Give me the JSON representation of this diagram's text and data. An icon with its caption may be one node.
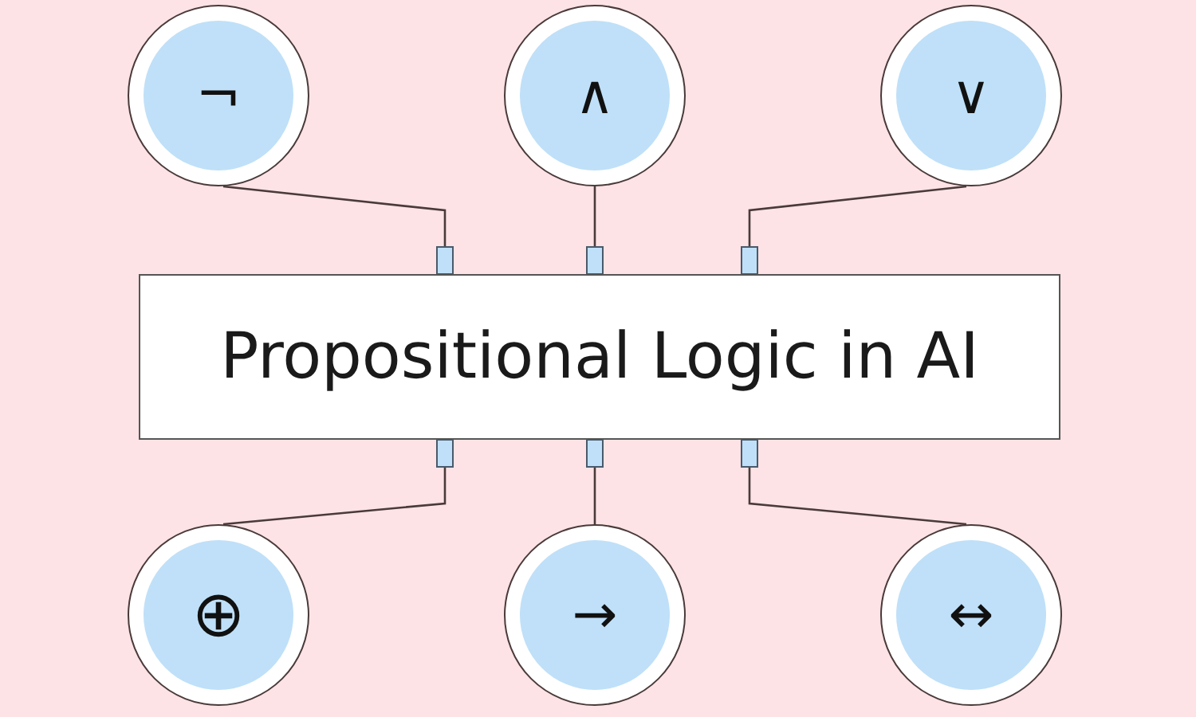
{
  "diagram": {
    "nodes": [
      {
        "text": [
          "Propositional Logic in AI"
        ]
      },
      {
        "text": [
          "¬"
        ]
      },
      {
        "text": [
          "∧"
        ]
      },
      {
        "text": [
          "∨"
        ]
      },
      {
        "text": [
          "⊕"
        ]
      },
      {
        "text": [
          "→"
        ]
      },
      {
        "text": [
          "↔"
        ]
      }
    ],
    "edges": [
      {
        "from": 1,
        "to": 0,
        "arrow": "none"
      },
      {
        "from": 2,
        "to": 0,
        "arrow": "none"
      },
      {
        "from": 3,
        "to": 0,
        "arrow": "none"
      },
      {
        "from": 4,
        "to": 0,
        "arrow": "none"
      },
      {
        "from": 5,
        "to": 0,
        "arrow": "none"
      },
      {
        "from": 6,
        "to": 0,
        "arrow": "none"
      }
    ]
  }
}
